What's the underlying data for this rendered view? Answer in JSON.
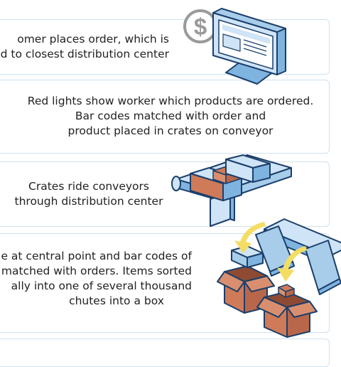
{
  "steps": [
    {
      "line1": "omer places order, which is",
      "line2": "d to closest distribution center"
    },
    {
      "line1": "Red lights show worker which products are ordered.",
      "line2": "Bar codes matched with order and",
      "line3": "product placed in crates on conveyor"
    },
    {
      "line1": "Crates ride conveyors",
      "line2": "through distribution center"
    },
    {
      "line1": "e at central point and bar codes of",
      "line2": "matched with orders. Items sorted",
      "line3": "ally into one of  several thousand",
      "line4": "chutes into a box"
    }
  ],
  "icons": {
    "dollar_symbol": "$",
    "computer": "computer-monitor-icon",
    "conveyor": "conveyor-belt-icon",
    "sorting": "sorting-chutes-icon"
  },
  "colors": {
    "panel_border": "#cfe2f0",
    "blue_light": "#cfe4f6",
    "blue_mid": "#7fb3e0",
    "outline": "#1a3f6b",
    "box_orange": "#cf7a58",
    "arrow_yellow": "#f3dd63",
    "dollar_gray": "#9a9a9a"
  }
}
